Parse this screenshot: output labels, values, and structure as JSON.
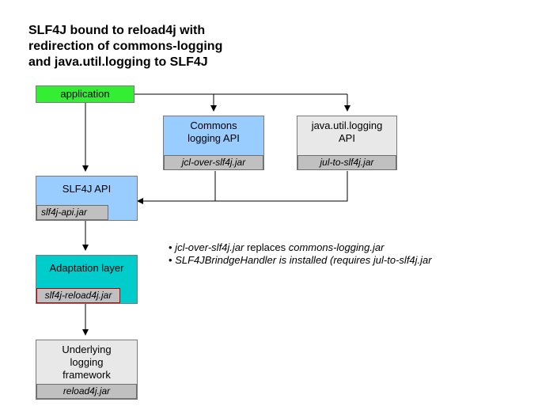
{
  "title": {
    "lines": [
      "SLF4J bound to reload4j with",
      "redirection of commons-logging",
      "and java.util.logging to SLF4J"
    ]
  },
  "colors": {
    "application": "#33ee33",
    "api_blue": "#99ccff",
    "adaptation_teal": "#00cccc",
    "gray_box": "#e8e8e8",
    "jar_gray": "#c0c0c0",
    "jar_red_border": "#c00000"
  },
  "boxes": {
    "application": {
      "label": "application"
    },
    "commons_logging": {
      "label_lines": [
        "Commons",
        "logging API"
      ],
      "jar": "jcl-over-slf4j.jar"
    },
    "jul": {
      "label_lines": [
        "java.util.logging",
        "API"
      ],
      "jar": "jul-to-slf4j.jar"
    },
    "slf4j_api": {
      "label": "SLF4J API",
      "jar": "slf4j-api.jar"
    },
    "adaptation": {
      "label": "Adaptation layer",
      "jar": "slf4j-reload4j.jar"
    },
    "underlying": {
      "label_lines": [
        "Underlying",
        "logging",
        "framework"
      ],
      "jar": "reload4j.jar"
    }
  },
  "notes": [
    {
      "bullet": "•",
      "italic": "jcl-over-slf4j.jar",
      "normal": " replaces ",
      "italic2": "commons-logging.jar"
    },
    {
      "bullet": "•",
      "italic": "SLF4JBrindgeHandler is installed (requires jul-to-slf4j.jar"
    }
  ]
}
